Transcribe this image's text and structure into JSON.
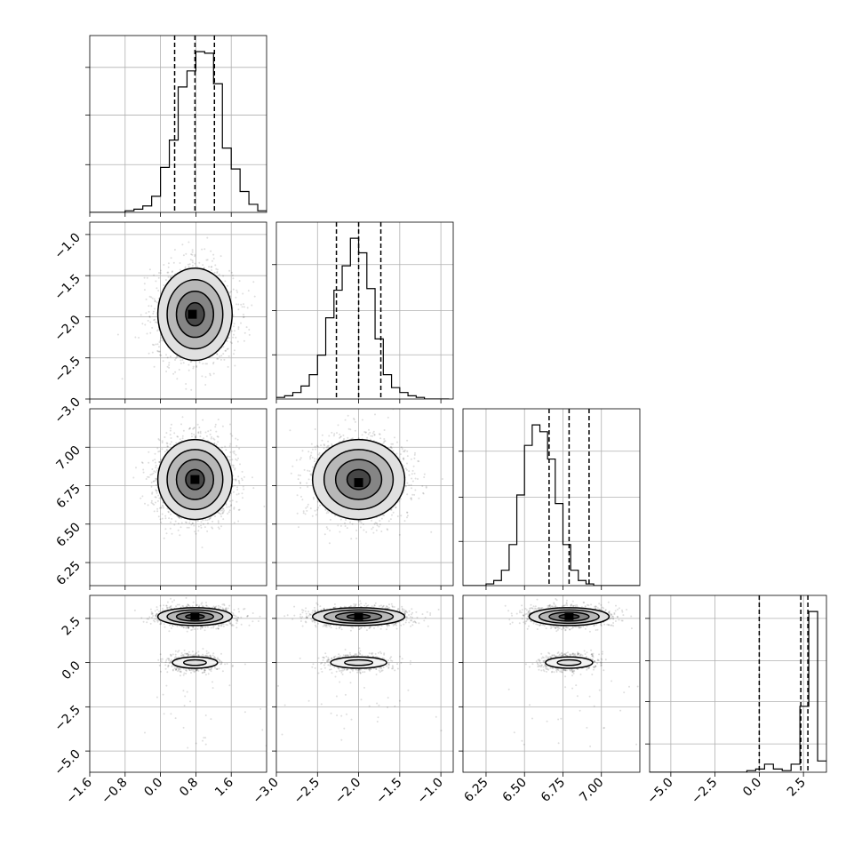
{
  "chart_data": {
    "type": "corner",
    "n_params": 4,
    "grid": true,
    "params": [
      {
        "range": [
          -1.6,
          2.4
        ],
        "ticks": [
          -1.6,
          -0.8,
          0.0,
          0.8,
          1.6
        ],
        "tick_labels": [
          "−1.6",
          "−0.8",
          "0.0",
          "0.8",
          "1.6"
        ],
        "quantiles": [
          0.32,
          0.78,
          1.22
        ],
        "hist": {
          "bin_start": -1.6,
          "bin_width": 0.2,
          "counts": [
            0,
            0,
            0,
            0,
            1,
            2,
            4,
            10,
            28,
            45,
            78,
            88,
            100,
            99,
            80,
            40,
            27,
            13,
            5,
            1
          ]
        }
      },
      {
        "range": [
          -3.0,
          -0.85
        ],
        "ticks": [
          -3.0,
          -2.5,
          -2.0,
          -1.5,
          -1.0
        ],
        "tick_labels": [
          "−3.0",
          "−2.5",
          "−2.0",
          "−1.5",
          "−1.0"
        ],
        "quantiles": [
          -2.27,
          -2.0,
          -1.73
        ],
        "hist": {
          "bin_start": -3.0,
          "bin_width": 0.1,
          "counts": [
            1,
            2,
            4,
            8,
            15,
            27,
            50,
            67,
            82,
            99,
            90,
            68,
            37,
            15,
            7,
            4,
            2,
            1,
            0,
            0,
            0
          ]
        }
      },
      {
        "range": [
          6.1,
          7.25
        ],
        "ticks": [
          6.25,
          6.5,
          6.75,
          7.0
        ],
        "tick_labels": [
          "6.25",
          "6.50",
          "6.75",
          "7.00"
        ],
        "quantiles": [
          6.66,
          6.79,
          6.92
        ],
        "hist": {
          "bin_start": 6.1,
          "bin_width": 0.05,
          "counts": [
            0,
            0,
            0,
            1,
            3,
            9,
            24,
            53,
            82,
            94,
            90,
            74,
            48,
            24,
            9,
            3,
            1,
            0,
            0,
            0,
            0,
            0,
            0
          ]
        }
      },
      {
        "range": [
          -6.2,
          3.8
        ],
        "ticks": [
          -5.0,
          -2.5,
          0.0,
          2.5
        ],
        "tick_labels": [
          "−5.0",
          "−2.5",
          "0.0",
          "2.5"
        ],
        "quantiles": [
          0.0,
          2.35,
          2.75
        ],
        "hist": {
          "bin_start": -6.2,
          "bin_width": 0.5,
          "counts": [
            0,
            0,
            0,
            0,
            0,
            0,
            0,
            0,
            0,
            0,
            0,
            1,
            2,
            5,
            2,
            1,
            5,
            41,
            100,
            7
          ]
        }
      }
    ],
    "hist_y_ticks": [
      [
        0.27,
        0.55,
        0.82
      ],
      [
        0.25,
        0.5,
        0.76
      ],
      [
        0.25,
        0.5,
        0.76
      ],
      [
        0.16,
        0.4,
        0.63,
        0.87
      ]
    ],
    "pairs": [
      {
        "row": 1,
        "col": 0,
        "mode": "unimodal",
        "mu": [
          0.78,
          -1.97
        ],
        "sigma": [
          0.42,
          0.28
        ],
        "peak": [
          0.72,
          -1.97
        ]
      },
      {
        "row": 2,
        "col": 0,
        "mode": "unimodal",
        "mu": [
          0.78,
          6.79
        ],
        "sigma": [
          0.42,
          0.13
        ],
        "peak": [
          0.78,
          6.79
        ]
      },
      {
        "row": 2,
        "col": 1,
        "mode": "unimodal",
        "mu": [
          -2.0,
          6.79
        ],
        "sigma": [
          0.28,
          0.13
        ],
        "peak": [
          -2.0,
          6.77
        ]
      },
      {
        "row": 3,
        "col": 0,
        "mode": "bimodal",
        "mu": [
          0.78,
          2.6,
          0.78,
          0.0
        ],
        "sigma": [
          0.42,
          0.28,
          0.3,
          0.25
        ]
      },
      {
        "row": 3,
        "col": 1,
        "mode": "bimodal",
        "mu": [
          -2.0,
          2.6,
          -2.0,
          0.0
        ],
        "sigma": [
          0.28,
          0.28,
          0.2,
          0.25
        ]
      },
      {
        "row": 3,
        "col": 2,
        "mode": "bimodal",
        "mu": [
          6.79,
          2.6,
          6.79,
          0.0
        ],
        "sigma": [
          0.13,
          0.28,
          0.09,
          0.25
        ]
      }
    ],
    "contour_levels": [
      0.118,
      0.393,
      0.675,
      0.865
    ],
    "colors": {
      "line": "#000000",
      "grid": "#b0b0b0",
      "points": "#000000",
      "fill": "#000000"
    }
  }
}
